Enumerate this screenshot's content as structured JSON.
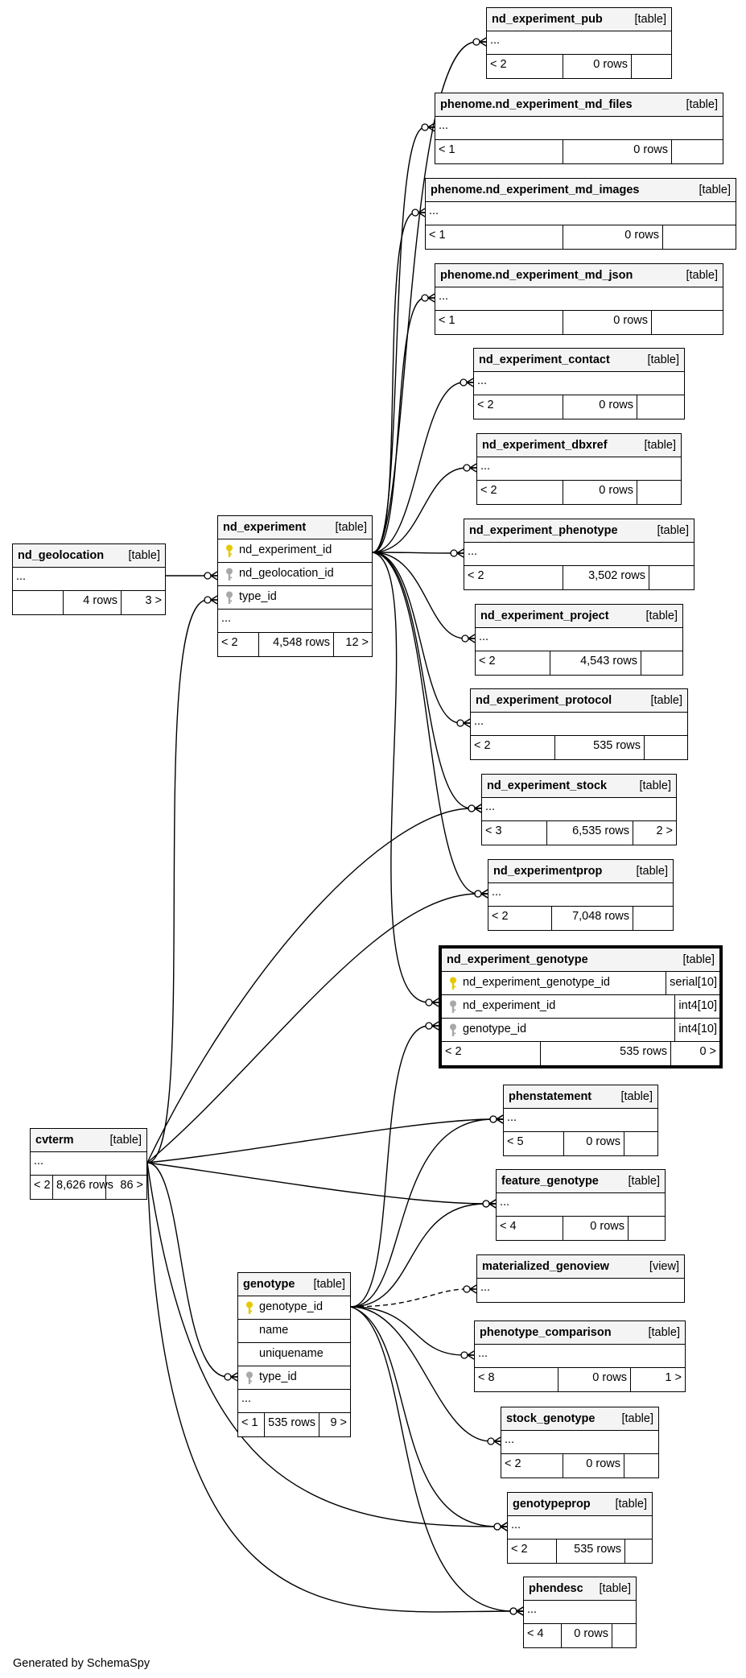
{
  "footer": "Generated by SchemaSpy",
  "tables": [
    {
      "id": "nd_experiment_pub",
      "name": "nd_experiment_pub",
      "kind": "[table]",
      "columns": [],
      "more": "...",
      "footer": [
        "< 2",
        "0 rows",
        ""
      ]
    },
    {
      "id": "phenome_md_files",
      "name": "phenome.nd_experiment_md_files",
      "kind": "[table]",
      "columns": [],
      "more": "...",
      "footer": [
        "< 1",
        "0 rows",
        ""
      ]
    },
    {
      "id": "phenome_md_images",
      "name": "phenome.nd_experiment_md_images",
      "kind": "[table]",
      "columns": [],
      "more": "...",
      "footer": [
        "< 1",
        "0 rows",
        ""
      ]
    },
    {
      "id": "phenome_md_json",
      "name": "phenome.nd_experiment_md_json",
      "kind": "[table]",
      "columns": [],
      "more": "...",
      "footer": [
        "< 1",
        "0 rows",
        ""
      ]
    },
    {
      "id": "nd_experiment_contact",
      "name": "nd_experiment_contact",
      "kind": "[table]",
      "columns": [],
      "more": "...",
      "footer": [
        "< 2",
        "0 rows",
        ""
      ]
    },
    {
      "id": "nd_experiment_dbxref",
      "name": "nd_experiment_dbxref",
      "kind": "[table]",
      "columns": [],
      "more": "...",
      "footer": [
        "< 2",
        "0 rows",
        ""
      ]
    },
    {
      "id": "nd_experiment_phenotype",
      "name": "nd_experiment_phenotype",
      "kind": "[table]",
      "columns": [],
      "more": "...",
      "footer": [
        "< 2",
        "3,502 rows",
        ""
      ]
    },
    {
      "id": "nd_experiment_project",
      "name": "nd_experiment_project",
      "kind": "[table]",
      "columns": [],
      "more": "...",
      "footer": [
        "< 2",
        "4,543 rows",
        ""
      ]
    },
    {
      "id": "nd_experiment_protocol",
      "name": "nd_experiment_protocol",
      "kind": "[table]",
      "columns": [],
      "more": "...",
      "footer": [
        "< 2",
        "535 rows",
        ""
      ]
    },
    {
      "id": "nd_experiment_stock",
      "name": "nd_experiment_stock",
      "kind": "[table]",
      "columns": [],
      "more": "...",
      "footer": [
        "< 3",
        "6,535 rows",
        "2 >"
      ]
    },
    {
      "id": "nd_experimentprop",
      "name": "nd_experimentprop",
      "kind": "[table]",
      "columns": [],
      "more": "...",
      "footer": [
        "< 2",
        "7,048 rows",
        ""
      ]
    },
    {
      "id": "nd_experiment_genotype",
      "name": "nd_experiment_genotype",
      "kind": "[table]",
      "focus": true,
      "columns": [
        {
          "name": "nd_experiment_genotype_id",
          "key": "primary",
          "type": "serial[10]"
        },
        {
          "name": "nd_experiment_id",
          "key": "foreign",
          "type": "int4[10]"
        },
        {
          "name": "genotype_id",
          "key": "foreign",
          "type": "int4[10]"
        }
      ],
      "more": null,
      "footer": [
        "< 2",
        "535 rows",
        "0 >"
      ]
    },
    {
      "id": "nd_geolocation",
      "name": "nd_geolocation",
      "kind": "[table]",
      "columns": [],
      "more": "...",
      "footer": [
        "",
        "4 rows",
        "3 >"
      ]
    },
    {
      "id": "nd_experiment",
      "name": "nd_experiment",
      "kind": "[table]",
      "columns": [
        {
          "name": "nd_experiment_id",
          "key": "primary"
        },
        {
          "name": "nd_geolocation_id",
          "key": "foreign"
        },
        {
          "name": "type_id",
          "key": "foreign"
        }
      ],
      "more": "...",
      "footer": [
        "< 2",
        "4,548 rows",
        "12 >"
      ]
    },
    {
      "id": "phenstatement",
      "name": "phenstatement",
      "kind": "[table]",
      "columns": [],
      "more": "...",
      "footer": [
        "< 5",
        "0 rows",
        ""
      ]
    },
    {
      "id": "feature_genotype",
      "name": "feature_genotype",
      "kind": "[table]",
      "columns": [],
      "more": "...",
      "footer": [
        "< 4",
        "0 rows",
        ""
      ]
    },
    {
      "id": "materialized_genoview",
      "name": "materialized_genoview",
      "kind": "[view]",
      "columns": [],
      "more": "...",
      "footer": null
    },
    {
      "id": "phenotype_comparison",
      "name": "phenotype_comparison",
      "kind": "[table]",
      "columns": [],
      "more": "...",
      "footer": [
        "< 8",
        "0 rows",
        "1 >"
      ]
    },
    {
      "id": "stock_genotype",
      "name": "stock_genotype",
      "kind": "[table]",
      "columns": [],
      "more": "...",
      "footer": [
        "< 2",
        "0 rows",
        ""
      ]
    },
    {
      "id": "genotypeprop",
      "name": "genotypeprop",
      "kind": "[table]",
      "columns": [],
      "more": "...",
      "footer": [
        "< 2",
        "535 rows",
        ""
      ]
    },
    {
      "id": "phendesc",
      "name": "phendesc",
      "kind": "[table]",
      "columns": [],
      "more": "...",
      "footer": [
        "< 4",
        "0 rows",
        ""
      ]
    },
    {
      "id": "cvterm",
      "name": "cvterm",
      "kind": "[table]",
      "columns": [],
      "more": "...",
      "footer": [
        "< 2",
        "8,626 rows",
        "86 >"
      ]
    },
    {
      "id": "genotype",
      "name": "genotype",
      "kind": "[table]",
      "columns": [
        {
          "name": "genotype_id",
          "key": "primary"
        },
        {
          "name": "name",
          "key": "none"
        },
        {
          "name": "uniquename",
          "key": "none"
        },
        {
          "name": "type_id",
          "key": "foreign"
        }
      ],
      "more": "...",
      "footer": [
        "< 1",
        "535 rows",
        "9 >"
      ]
    }
  ],
  "relationships": [
    {
      "from": "nd_experiment",
      "to": "nd_experiment_pub"
    },
    {
      "from": "nd_experiment",
      "to": "phenome_md_files"
    },
    {
      "from": "nd_experiment",
      "to": "phenome_md_images"
    },
    {
      "from": "nd_experiment",
      "to": "phenome_md_json"
    },
    {
      "from": "nd_experiment",
      "to": "nd_experiment_contact"
    },
    {
      "from": "nd_experiment",
      "to": "nd_experiment_dbxref"
    },
    {
      "from": "nd_experiment",
      "to": "nd_experiment_phenotype"
    },
    {
      "from": "nd_experiment",
      "to": "nd_experiment_project"
    },
    {
      "from": "nd_experiment",
      "to": "nd_experiment_protocol"
    },
    {
      "from": "nd_experiment",
      "to": "nd_experiment_stock"
    },
    {
      "from": "nd_experiment",
      "to": "nd_experimentprop"
    },
    {
      "from": "nd_experiment",
      "to": "nd_experiment_genotype"
    },
    {
      "from": "nd_geolocation",
      "to": "nd_experiment"
    },
    {
      "from": "cvterm",
      "to": "nd_experiment"
    },
    {
      "from": "cvterm",
      "to": "nd_experiment_stock"
    },
    {
      "from": "cvterm",
      "to": "nd_experimentprop"
    },
    {
      "from": "cvterm",
      "to": "phenstatement"
    },
    {
      "from": "cvterm",
      "to": "feature_genotype"
    },
    {
      "from": "cvterm",
      "to": "genotype"
    },
    {
      "from": "cvterm",
      "to": "genotypeprop"
    },
    {
      "from": "cvterm",
      "to": "phendesc"
    },
    {
      "from": "genotype",
      "to": "nd_experiment_genotype"
    },
    {
      "from": "genotype",
      "to": "phenstatement"
    },
    {
      "from": "genotype",
      "to": "feature_genotype"
    },
    {
      "from": "genotype",
      "to": "materialized_genoview",
      "implied": true
    },
    {
      "from": "genotype",
      "to": "phenotype_comparison"
    },
    {
      "from": "genotype",
      "to": "stock_genotype"
    },
    {
      "from": "genotype",
      "to": "genotypeprop"
    },
    {
      "from": "genotype",
      "to": "phendesc"
    }
  ]
}
